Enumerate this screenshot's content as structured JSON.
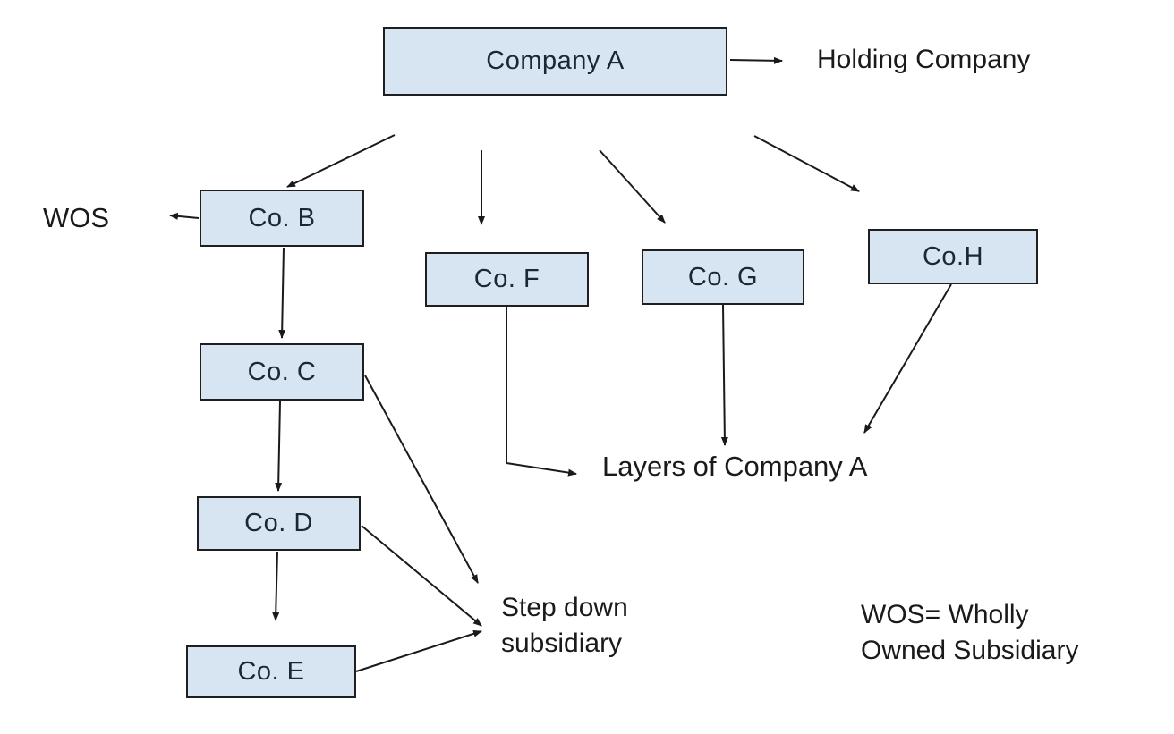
{
  "diagram": {
    "nodes": [
      {
        "id": "company-a",
        "label": "Company A"
      },
      {
        "id": "co-b",
        "label": "Co. B"
      },
      {
        "id": "co-c",
        "label": "Co. C"
      },
      {
        "id": "co-d",
        "label": "Co. D"
      },
      {
        "id": "co-e",
        "label": "Co. E"
      },
      {
        "id": "co-f",
        "label": "Co. F"
      },
      {
        "id": "co-g",
        "label": "Co. G"
      },
      {
        "id": "co-h",
        "label": "Co.H"
      }
    ],
    "annotations": [
      {
        "id": "holding-company",
        "label": "Holding Company"
      },
      {
        "id": "wos",
        "label": "WOS"
      },
      {
        "id": "layers-of-company-a",
        "label": "Layers of Company A"
      },
      {
        "id": "step-down-subsidiary",
        "lines": [
          "Step down",
          "subsidiary"
        ]
      },
      {
        "id": "wos-legend",
        "lines": [
          "WOS= Wholly",
          "Owned Subsidiary"
        ]
      }
    ],
    "relationships": [
      "Company A -> Holding Company",
      "Company A -> Co. B",
      "Company A -> Co. F",
      "Company A -> Co. G",
      "Company A -> Co.H",
      "Co. B -> WOS",
      "Co. B -> Co. C",
      "Co. C -> Co. D",
      "Co. D -> Co. E",
      "Co. C -> Step down subsidiary",
      "Co. D -> Step down subsidiary",
      "Co. E -> Step down subsidiary",
      "Co. F -> Layers of Company A",
      "Co. G -> Layers of Company A",
      "Co.H -> Layers of Company A"
    ],
    "colors": {
      "node_fill": "#d7e5f2",
      "node_border": "#1f1f1f",
      "node_text": "#1b2735",
      "label_text": "#1a1a1a",
      "arrow": "#1a1a1a",
      "background": "#ffffff"
    }
  }
}
